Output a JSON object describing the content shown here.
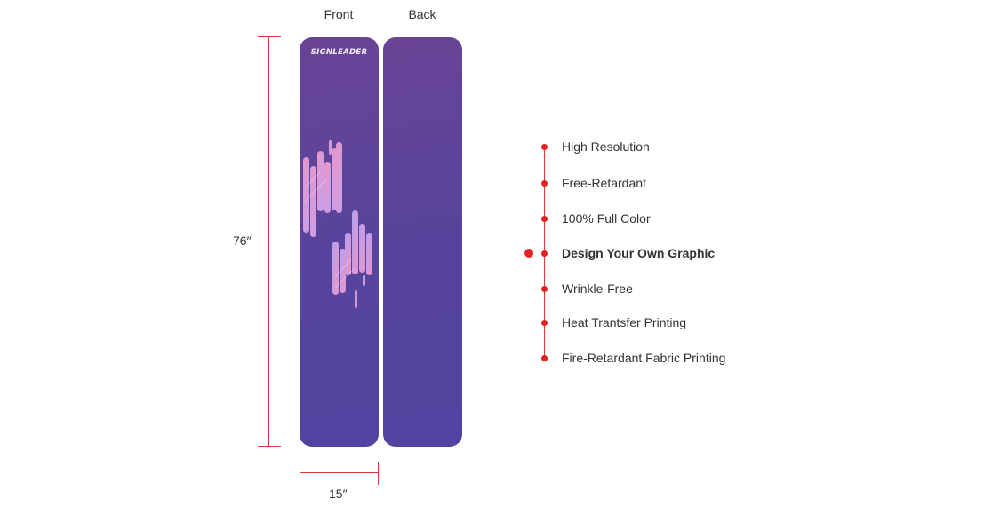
{
  "views": {
    "front_label": "Front",
    "back_label": "Back"
  },
  "brand_text": "SIGNLEADER",
  "dimensions": {
    "height_label": "76″",
    "width_label": "15″"
  },
  "features": [
    {
      "label": "High Resolution",
      "active": false
    },
    {
      "label": "Free-Retardant",
      "active": false
    },
    {
      "label": "100% Full Color",
      "active": false
    },
    {
      "label": "Design Your Own Graphic",
      "active": true
    },
    {
      "label": "Wrinkle-Free",
      "active": false
    },
    {
      "label": "Heat Trantsfer Printing",
      "active": false
    },
    {
      "label": "Fire-Retardant Fabric Printing",
      "active": false
    }
  ],
  "colors": {
    "panel": "#5a449c",
    "accent": "#e22222",
    "dimension_line": "#d23a3a"
  }
}
